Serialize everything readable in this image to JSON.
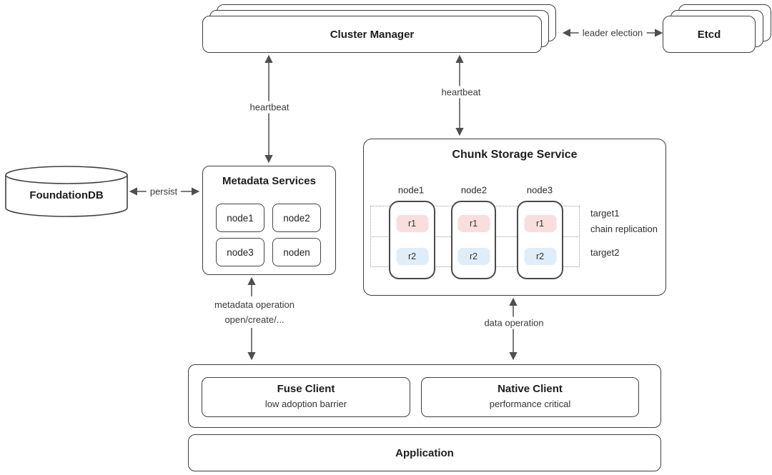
{
  "nodes": {
    "cluster_manager": {
      "title": "Cluster Manager"
    },
    "etcd": {
      "title": "Etcd"
    },
    "foundation_db": {
      "title": "FoundationDB"
    },
    "metadata_services": {
      "title": "Metadata Services",
      "nodes": [
        "node1",
        "node2",
        "node3",
        "noden"
      ]
    },
    "chunk_storage_service": {
      "title": "Chunk Storage Service",
      "node_labels": [
        "node1",
        "node2",
        "node3"
      ],
      "replica1_label": "r1",
      "replica2_label": "r2",
      "target1_label": "target1",
      "chain_replication_label": "chain replication",
      "target2_label": "target2"
    },
    "fuse_client": {
      "title": "Fuse Client",
      "subtitle": "low adoption barrier"
    },
    "native_client": {
      "title": "Native Client",
      "subtitle": "performance critical"
    },
    "application": {
      "title": "Application"
    }
  },
  "edges": {
    "leader_election": "leader election",
    "heartbeat_metadata": "heartbeat",
    "heartbeat_chunk": "heartbeat",
    "persist": "persist",
    "metadata_operation": "metadata operation",
    "metadata_operation_detail": "open/create/...",
    "data_operation": "data operation"
  },
  "colors": {
    "replica1_fill": "#f9dede",
    "replica2_fill": "#dfedf8",
    "box_border": "#3f3f3f",
    "arrow": "#4f4f4f",
    "background": "#ffffff"
  }
}
